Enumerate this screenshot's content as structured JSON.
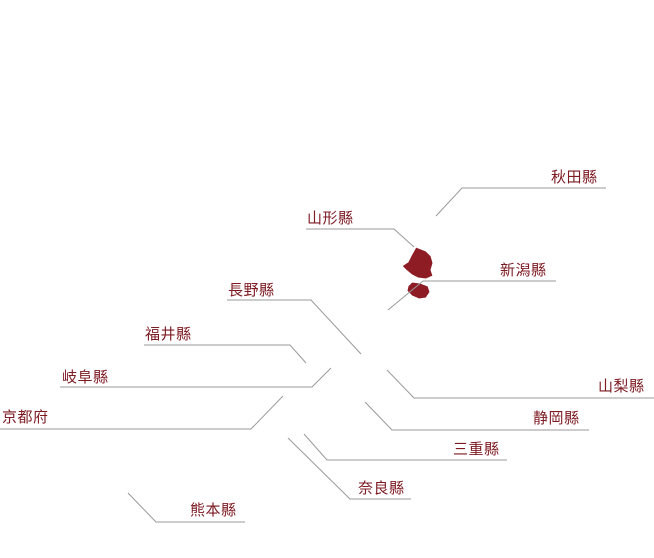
{
  "map": {
    "highlight_color": "#8e1c24",
    "label_color": "#7d1a22",
    "leader_color": "#9a9a9a",
    "highlighted_region": "山形縣",
    "prefectures": [
      {
        "id": "akita",
        "label": "秋田縣"
      },
      {
        "id": "yamagata",
        "label": "山形縣"
      },
      {
        "id": "niigata",
        "label": "新潟縣"
      },
      {
        "id": "nagano",
        "label": "長野縣"
      },
      {
        "id": "fukui",
        "label": "福井縣"
      },
      {
        "id": "yamanashi",
        "label": "山梨縣"
      },
      {
        "id": "gifu",
        "label": "岐阜縣"
      },
      {
        "id": "kyoto",
        "label": "京都府"
      },
      {
        "id": "shizuoka",
        "label": "静岡縣"
      },
      {
        "id": "mie",
        "label": "三重縣"
      },
      {
        "id": "nara",
        "label": "奈良縣"
      },
      {
        "id": "kumamoto",
        "label": "熊本縣"
      }
    ]
  }
}
